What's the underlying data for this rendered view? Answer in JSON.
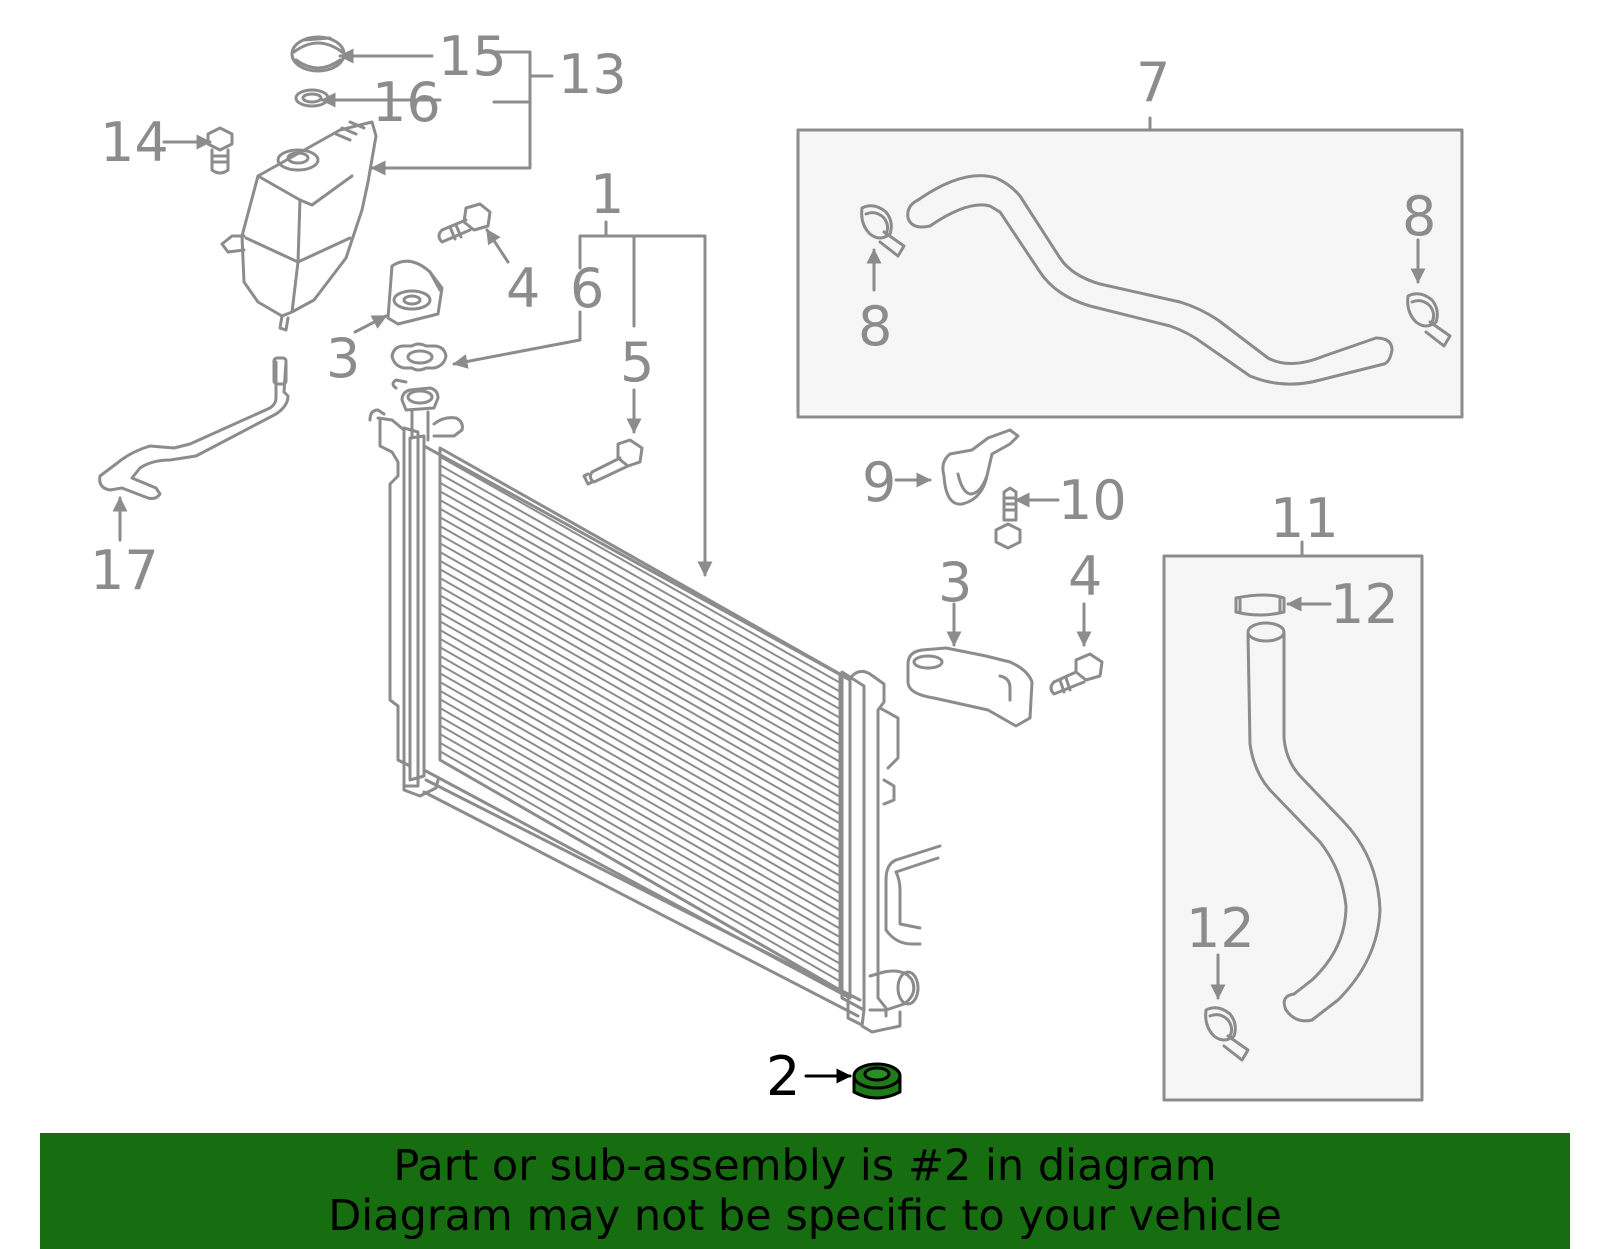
{
  "diagram": {
    "callouts": [
      {
        "id": "c15",
        "text": "15"
      },
      {
        "id": "c16",
        "text": "16"
      },
      {
        "id": "c13",
        "text": "13"
      },
      {
        "id": "c14",
        "text": "14"
      },
      {
        "id": "c1",
        "text": "1"
      },
      {
        "id": "c4a",
        "text": "4"
      },
      {
        "id": "c6",
        "text": "6"
      },
      {
        "id": "c3a",
        "text": "3"
      },
      {
        "id": "c5",
        "text": "5"
      },
      {
        "id": "c17",
        "text": "17"
      },
      {
        "id": "c7",
        "text": "7"
      },
      {
        "id": "c8a",
        "text": "8"
      },
      {
        "id": "c8b",
        "text": "8"
      },
      {
        "id": "c9",
        "text": "9"
      },
      {
        "id": "c10",
        "text": "10"
      },
      {
        "id": "c3b",
        "text": "3"
      },
      {
        "id": "c4b",
        "text": "4"
      },
      {
        "id": "c11",
        "text": "11"
      },
      {
        "id": "c12a",
        "text": "12"
      },
      {
        "id": "c12b",
        "text": "12"
      },
      {
        "id": "c2",
        "text": "2"
      }
    ],
    "highlighted_part": "2",
    "colors": {
      "line": "#8c8c8c",
      "highlight_fill": "#1f7a1a",
      "box_fill": "#f6f6f6",
      "banner": "#166e10"
    }
  },
  "footer": {
    "line1": "Part or sub-assembly is #2 in diagram",
    "line2": "Diagram may not be specific to your vehicle"
  }
}
